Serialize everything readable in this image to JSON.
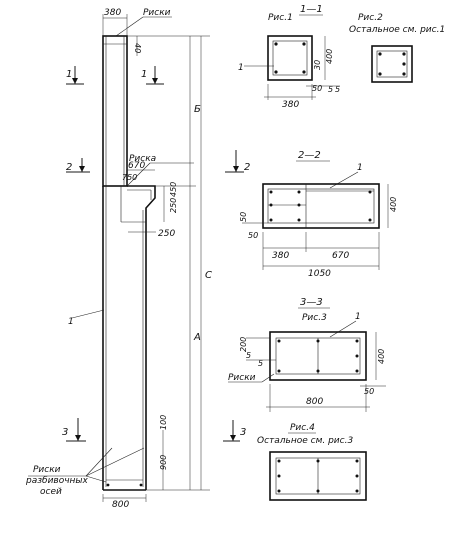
{
  "labels": {
    "riski_top": "Риски",
    "riska": "Риска",
    "riski_mid": "Риски",
    "riski_bottom_1": "Риски",
    "riski_bottom_2": "разбивочных",
    "riski_bottom_3": "осей",
    "fig1": "Рис.1",
    "fig2": "Рис.2",
    "fig2_note": "Остальное см. рис.1",
    "fig3": "Рис.3",
    "fig4": "Рис.4",
    "fig4_note": "Остальное см. рис.3",
    "sec11": "1—1",
    "sec22": "2—2",
    "sec33": "3—3",
    "cut1_l": "1",
    "cut1_r": "1",
    "cut2_l": "2",
    "cut2_r": "2",
    "cut3_l": "3",
    "cut3_r": "3",
    "pos1_col": "1",
    "pos1_f1": "1",
    "pos1_s22": "1",
    "pos1_s33": "1"
  },
  "dims": {
    "col_top_w": "380",
    "col_top_40": "40",
    "col_b": "Б",
    "col_c": "С",
    "col_a": "А",
    "cons_670": "670",
    "cons_750": "750",
    "cons_450": "450",
    "cons_250a": "250",
    "cons_250b": "250",
    "col_bot_900": "900",
    "col_bot_100": "100",
    "col_bot_w": "800",
    "f1_w": "380",
    "f1_h": "400",
    "f1_30": "30",
    "f1_50": "50",
    "f1_5a": "5",
    "f1_5b": "5",
    "s22_h": "400",
    "s22_50a": "50",
    "s22_50b": "50",
    "s22_380": "380",
    "s22_670": "670",
    "s22_1050": "1050",
    "s33_200": "200",
    "s33_5a": "5",
    "s33_5b": "5",
    "s33_400": "400",
    "s33_50": "50",
    "s33_800": "800"
  }
}
